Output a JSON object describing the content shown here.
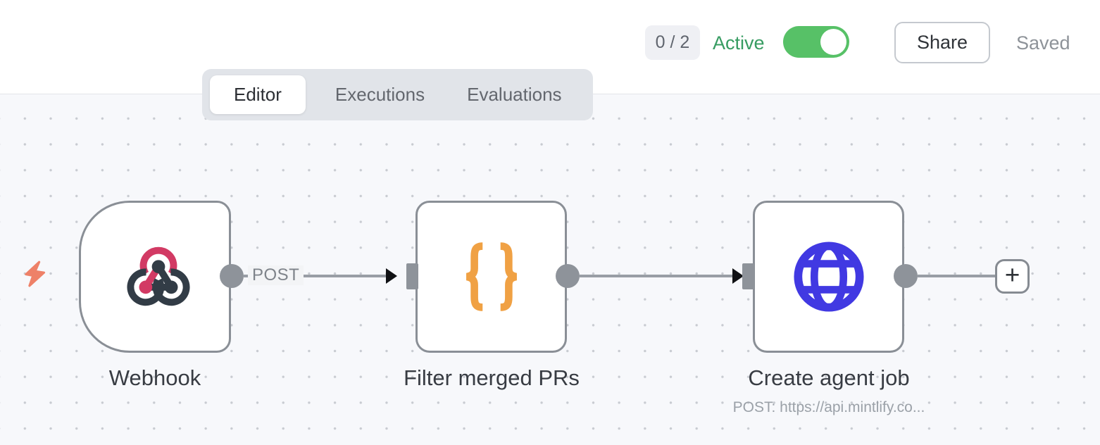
{
  "header": {
    "execution_count": "0 / 2",
    "active_label": "Active",
    "active_state": true,
    "share_label": "Share",
    "save_status": "Saved"
  },
  "tabs": {
    "editor": "Editor",
    "executions": "Executions",
    "evaluations": "Evaluations",
    "selected": "Editor"
  },
  "workflow": {
    "nodes": [
      {
        "title": "Webhook",
        "kind": "trigger",
        "icon": "webhook-icon"
      },
      {
        "title": "Filter merged PRs",
        "kind": "code",
        "icon": "code-braces-icon"
      },
      {
        "title": "Create agent job",
        "kind": "http-request",
        "icon": "globe-icon",
        "subtitle": "POST: https://api.mintlify.co..."
      }
    ],
    "connections": [
      {
        "from": "Webhook",
        "to": "Filter merged PRs",
        "label": "POST"
      },
      {
        "from": "Filter merged PRs",
        "to": "Create agent job",
        "label": ""
      },
      {
        "from": "Create agent job",
        "to": "add-node",
        "label": ""
      }
    ],
    "add_button_glyph": "+"
  },
  "colors": {
    "active_green": "#379c62",
    "toggle_green": "#57c167",
    "webhook_pink": "#d23a64",
    "webhook_slate": "#323c46",
    "code_orange": "#f0a144",
    "http_blue": "#4139e2",
    "bolt_coral": "#ee8168",
    "connector_gray": "#8e939a"
  }
}
